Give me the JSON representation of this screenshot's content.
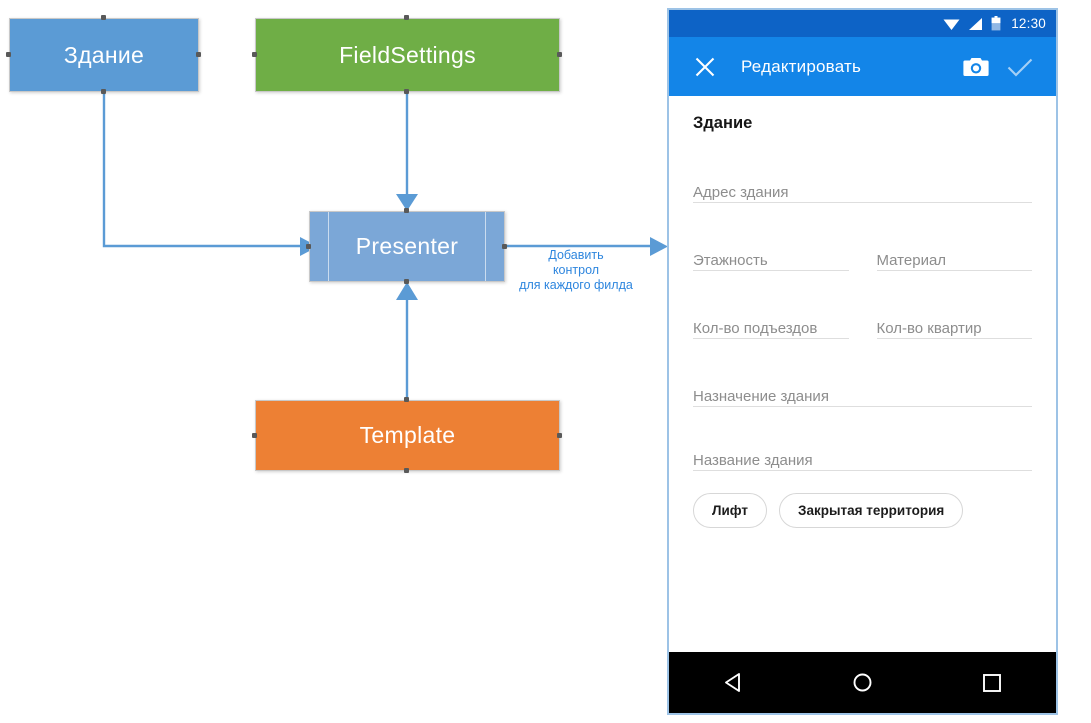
{
  "diagram": {
    "nodes": [
      {
        "id": "zdanie",
        "label": "Здание",
        "color": "#5B9BD5"
      },
      {
        "id": "fieldsettings",
        "label": "FieldSettings",
        "color": "#6FAE46"
      },
      {
        "id": "presenter",
        "label": "Presenter",
        "color": "#7BA7D7"
      },
      {
        "id": "template",
        "label": "Template",
        "color": "#ED8034"
      }
    ],
    "annotation": {
      "line1": "Добавить",
      "line2": "контрол",
      "line3": "для каждого филда",
      "color": "#2E86DE"
    },
    "connector_color": "#5B9BD5"
  },
  "phone": {
    "statusbar": {
      "time": "12:30",
      "wifi_icon": "wifi-icon",
      "signal_icon": "signal-icon",
      "battery_icon": "battery-icon",
      "background": "#0D63C6"
    },
    "appbar": {
      "close_icon": "close-icon",
      "title": "Редактировать",
      "camera_icon": "camera-icon",
      "confirm_icon": "check-icon",
      "background": "#1385E8"
    },
    "form": {
      "title": "Здание",
      "fields": [
        {
          "name": "address",
          "placeholder": "Адрес здания",
          "value": "",
          "full_width": true
        },
        {
          "name": "floors",
          "placeholder": "Этажность",
          "value": "",
          "full_width": false
        },
        {
          "name": "material",
          "placeholder": "Материал",
          "value": "",
          "full_width": false
        },
        {
          "name": "entrances",
          "placeholder": "Кол-во подъездов",
          "value": "",
          "full_width": false
        },
        {
          "name": "apartments",
          "placeholder": "Кол-во квартир",
          "value": "",
          "full_width": false
        },
        {
          "name": "purpose",
          "placeholder": "Назначение здания",
          "value": "",
          "full_width": true
        },
        {
          "name": "building_name",
          "placeholder": "Название здания",
          "value": "",
          "full_width": true
        }
      ],
      "chips": [
        {
          "name": "elevator",
          "label": "Лифт"
        },
        {
          "name": "closed-territory",
          "label": "Закрытая территория"
        }
      ]
    },
    "navbar": {
      "back_icon": "back-triangle-icon",
      "home_icon": "home-circle-icon",
      "recents_icon": "recents-square-icon"
    }
  }
}
